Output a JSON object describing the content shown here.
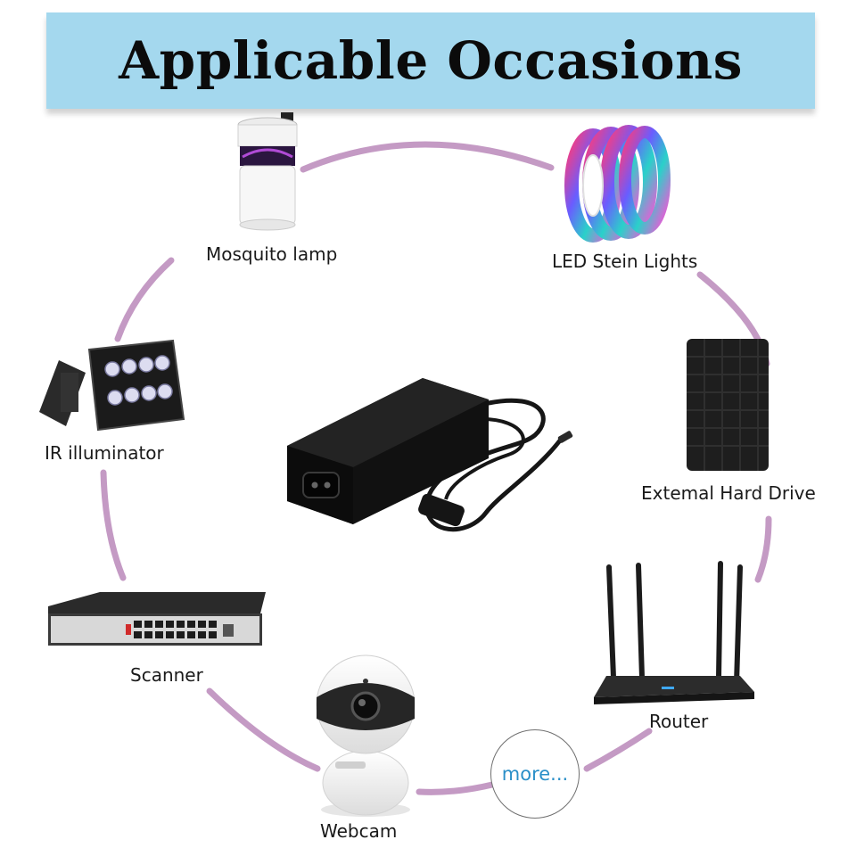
{
  "title": "Applicable Occasions",
  "center_item": {
    "icon": "power-adapter-icon"
  },
  "items": [
    {
      "label": "Mosquito lamp",
      "icon": "mosquito-lamp-icon"
    },
    {
      "label": "LED Stein Lights",
      "icon": "led-strip-icon"
    },
    {
      "label": "IR illuminator",
      "icon": "ir-illuminator-icon"
    },
    {
      "label": "Extemal Hard Drive",
      "icon": "hard-drive-icon"
    },
    {
      "label": "Scanner",
      "icon": "network-switch-icon"
    },
    {
      "label": "Router",
      "icon": "router-icon"
    },
    {
      "label": "Webcam",
      "icon": "webcam-icon"
    }
  ],
  "more_label": "more...",
  "colors": {
    "banner": "#a4d8ee",
    "ring": "#c49ac4",
    "more_text": "#2a8fc8",
    "device_dark": "#1c1c1c"
  }
}
